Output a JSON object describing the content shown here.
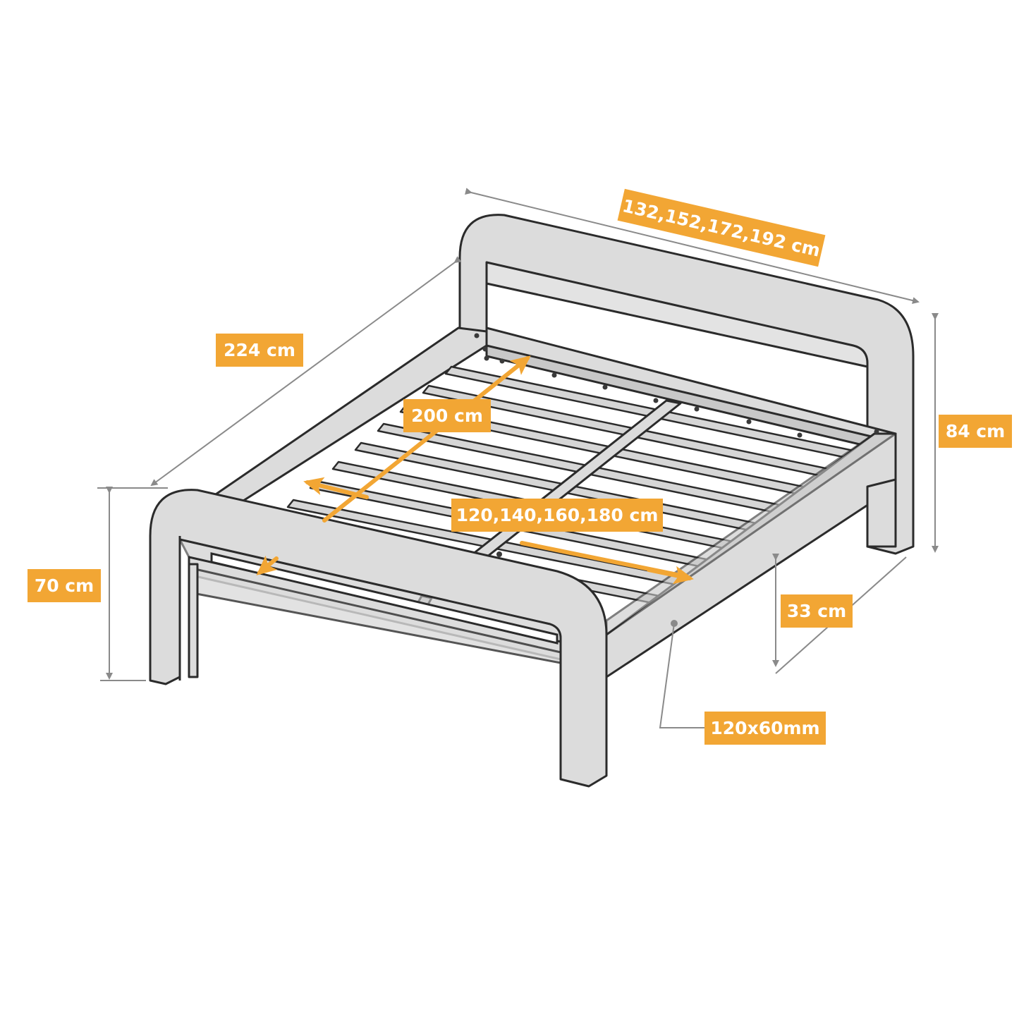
{
  "dimensions": {
    "overall_width": "132,152,172,192 cm",
    "overall_length": "224 cm",
    "headboard_height": "84 cm",
    "footboard_height": "70 cm",
    "mattress_length": "200 cm",
    "mattress_width": "120,140,160,180 cm",
    "clearance_height": "33 cm",
    "beam_section": "120x60mm"
  },
  "colors": {
    "label_bg": "#f2a634",
    "label_text": "#ffffff",
    "frame_fill": "#dcdcdc",
    "outline": "#2b2b2b",
    "dimension_line": "#8a8a8a"
  }
}
